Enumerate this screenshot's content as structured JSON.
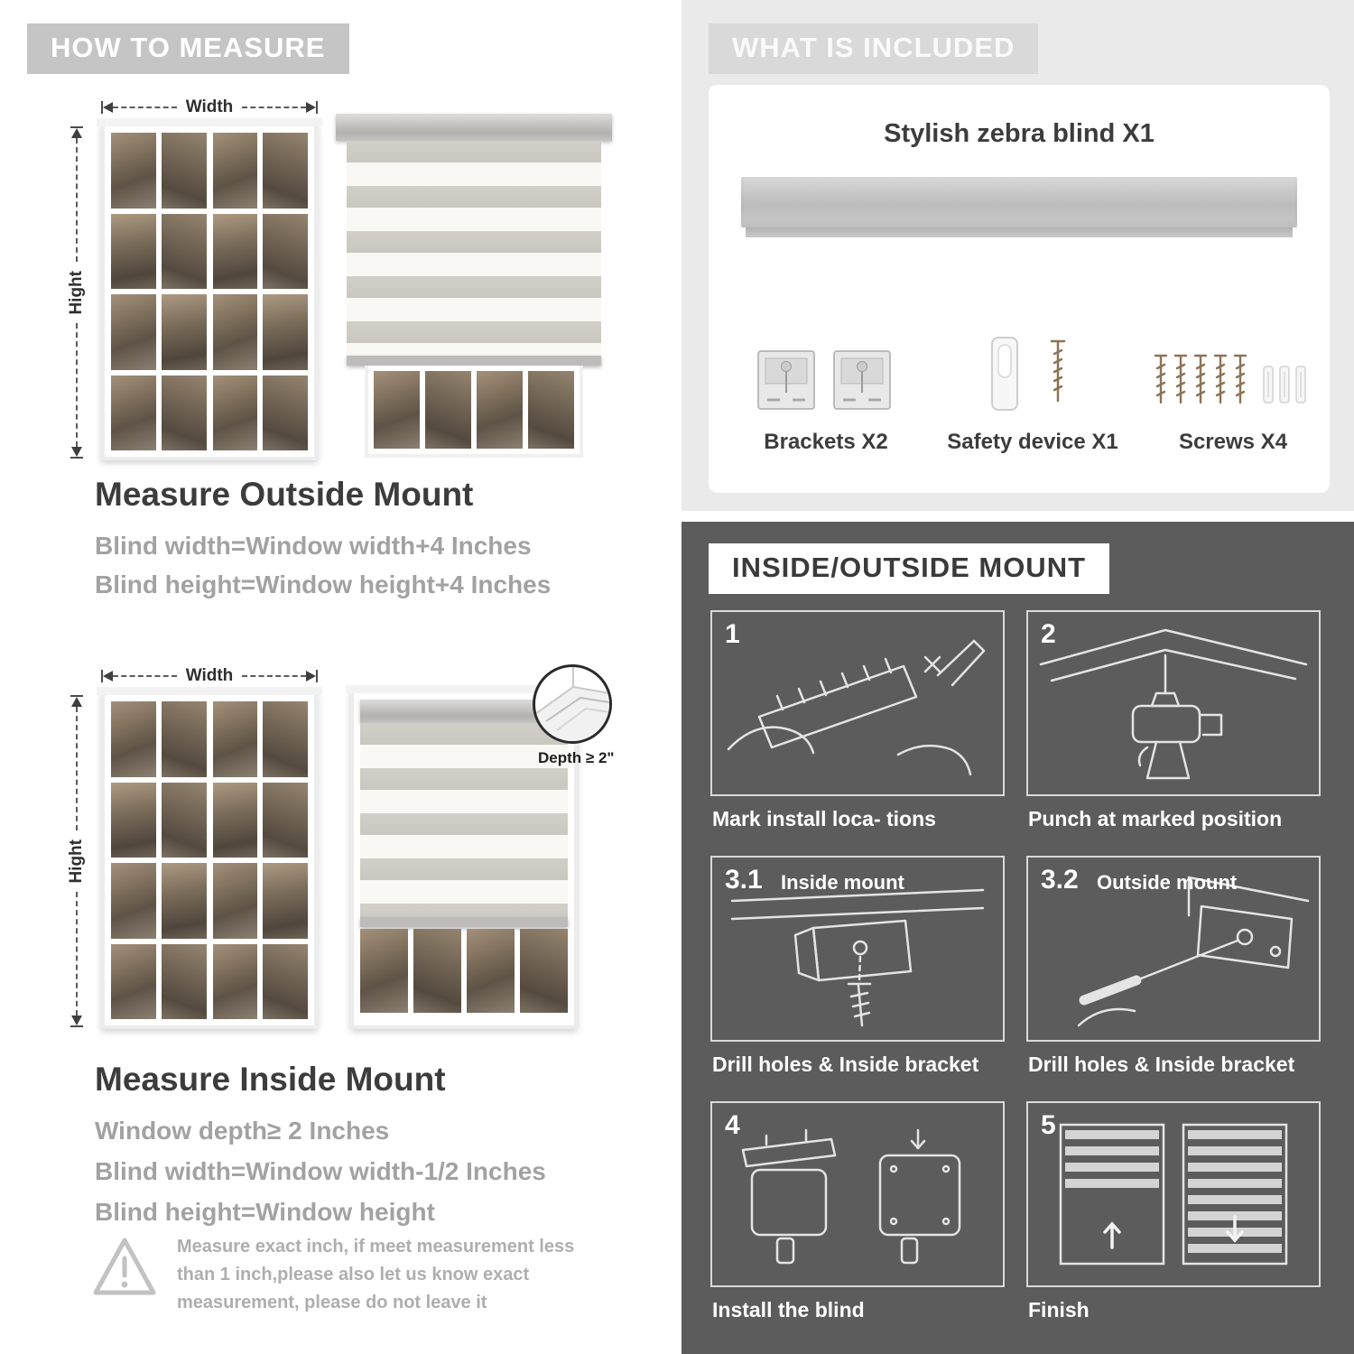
{
  "colors": {
    "badge_gray": "#c5c5c5",
    "badge_light": "#d9d9d9",
    "light_section_bg": "#eaeaea",
    "dark_section_bg": "#5c5c5c",
    "heading_text": "#3c3c3c",
    "gray_text": "#a2a2a2",
    "screw_brown": "#8d7355"
  },
  "left": {
    "header": "HOW TO MEASURE",
    "outside": {
      "width_label": "Width",
      "height_label": "Hight",
      "title": "Measure Outside Mount",
      "lines": [
        "Blind width=Window width+4 Inches",
        "Blind height=Window height+4 Inches"
      ]
    },
    "inside": {
      "width_label": "Width",
      "height_label": "Hight",
      "depth_label": "Depth ≥ 2\"",
      "title": "Measure Inside Mount",
      "lines": [
        "Window depth≥ 2 Inches",
        "Blind width=Window width-1/2 Inches",
        "Blind height=Window height"
      ]
    },
    "warning_text": "Measure exact inch, if meet measurement less than 1 inch,please also let us know exact measurement, please do not leave it"
  },
  "right": {
    "included": {
      "header": "WHAT IS INCLUDED",
      "product_label": "Stylish zebra blind X1",
      "items": [
        {
          "name": "brackets",
          "label": "Brackets X2"
        },
        {
          "name": "safety-device",
          "label": "Safety device X1"
        },
        {
          "name": "screws",
          "label": "Screws X4"
        }
      ]
    },
    "mount": {
      "header": "INSIDE/OUTSIDE MOUNT",
      "steps": [
        {
          "num": "1",
          "sub": "",
          "caption": "Mark install loca- tions"
        },
        {
          "num": "2",
          "sub": "",
          "caption": "Punch at  marked position"
        },
        {
          "num": "3.1",
          "sub": "Inside mount",
          "caption": "Drill holes &  Inside bracket"
        },
        {
          "num": "3.2",
          "sub": "Outside mount",
          "caption": "Drill holes &  Inside bracket"
        },
        {
          "num": "4",
          "sub": "",
          "caption": "Install the blind"
        },
        {
          "num": "5",
          "sub": "",
          "caption": "Finish"
        }
      ]
    }
  }
}
